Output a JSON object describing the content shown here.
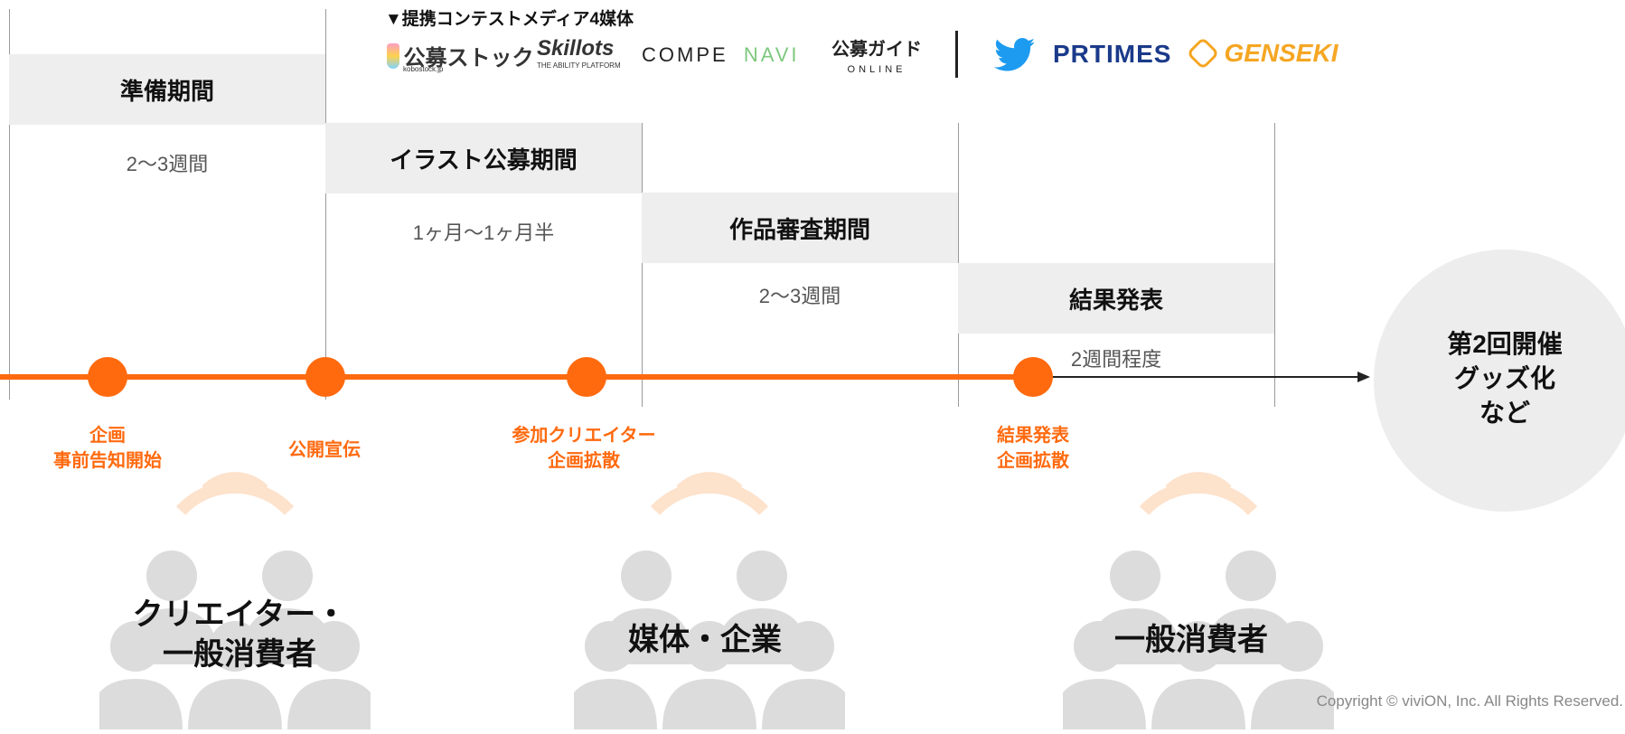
{
  "media_header": "▼提携コンテストメディア4媒体",
  "logos": {
    "kobostock": "公募ストック",
    "kobostock_sub": "kobostock.jp",
    "skillots": "Skillots",
    "skillots_sub": "THE ABILITY PLATFORM",
    "compe": "COMPE",
    "navi": "NAVI",
    "kobo_guide": "公募ガイド",
    "kobo_guide_sub": "ONLINE",
    "prtimes": "PRTIMES",
    "genseki": "GENSEKI"
  },
  "phases": [
    {
      "label": "準備期間",
      "duration": "2〜3週間"
    },
    {
      "label": "イラスト公募期間",
      "duration": "1ヶ月〜1ヶ月半"
    },
    {
      "label": "作品審査期間",
      "duration": "2〜3週間"
    },
    {
      "label": "結果発表",
      "duration": "2週間程度"
    }
  ],
  "milestones": [
    {
      "line1": "企画",
      "line2": "事前告知開始"
    },
    {
      "line1": "公開宣伝",
      "line2": ""
    },
    {
      "line1": "参加クリエイター",
      "line2": "企画拡散"
    },
    {
      "line1": "結果発表",
      "line2": "企画拡散"
    }
  ],
  "final": {
    "line1": "第2回開催",
    "line2": "グッズ化",
    "line3": "など"
  },
  "audiences": [
    {
      "line1": "クリエイター・",
      "line2": "一般消費者"
    },
    {
      "line1": "媒体・企業",
      "line2": ""
    },
    {
      "line1": "一般消費者",
      "line2": ""
    }
  ],
  "copyright": "Copyright © viviON, Inc. All Rights Reserved.",
  "colors": {
    "accent": "#ff6a0f",
    "band": "#eeeeee",
    "person": "#dcdcdc",
    "twitter": "#1d9bf0",
    "prtimes": "#1a3a8a",
    "genseki": "#f5a623"
  }
}
